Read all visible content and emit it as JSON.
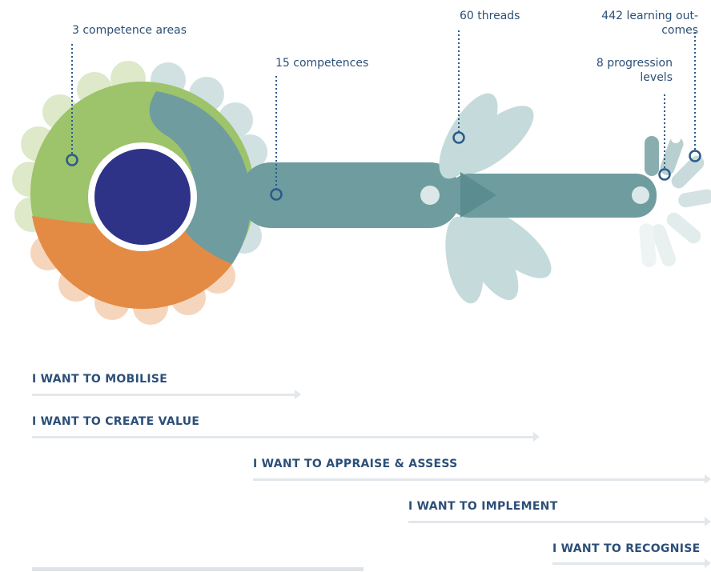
{
  "callouts": {
    "competence_areas": "3 competence areas",
    "competences": "15 competences",
    "threads": "60 threads",
    "learning_outcomes_line1": "442 learning out-",
    "learning_outcomes_line2": "comes",
    "progression_line1": "8 progression",
    "progression_line2": "levels"
  },
  "steps": [
    {
      "label": "I WANT TO MOBILISE"
    },
    {
      "label": "I WANT TO CREATE VALUE"
    },
    {
      "label": "I WANT TO APPRAISE & ASSESS"
    },
    {
      "label": "I WANT TO IMPLEMENT"
    },
    {
      "label": "I WANT TO RECOGNISE"
    }
  ],
  "colors": {
    "green": "#9dc36b",
    "orange": "#e38b44",
    "teal": "#6e9c9f",
    "center": "#2e3388",
    "callout_text": "#2c4f78",
    "arrow": "#e2e7ec"
  }
}
